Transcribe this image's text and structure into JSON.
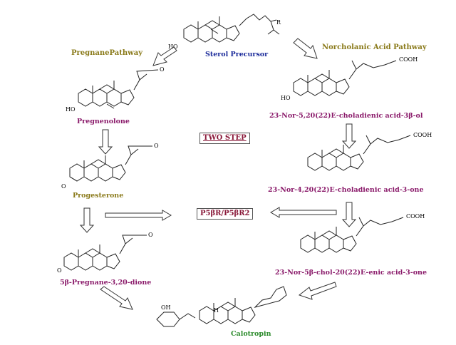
{
  "colors": {
    "pathway_title": "#8a7a1a",
    "precursor": "#1a2a9a",
    "pregnane_compound": "#8a1a6a",
    "progesterone": "#8a7a1a",
    "norcholanic_compound": "#8a1a6a",
    "calotropin": "#2a8a2a",
    "step_box": "#8a1a3a",
    "ink": "#111111"
  },
  "labels": {
    "sterol_precursor": "Sterol Precursor",
    "pregnane_pathway": "PregnanePathway",
    "norcholanic_pathway": "Norcholanic Acid Pathway",
    "pregnenolone": "Pregnenolone",
    "progesterone": "Progesterone",
    "pregnane_dione": "5β-Pregnane-3,20-dione",
    "nor_choladienic_3beta_ol": "23-Nor-5,20(22)E-choladienic acid-3β-ol",
    "nor_choladienic_3_one": "23-Nor-4,20(22)E-choladienic acid-3-one",
    "nor_chol_enic_3_one": "23-Nor-5β-chol-20(22)E-enic acid-3-one",
    "calotropin": "Calotropin",
    "two_step": "TWO STEP",
    "enzyme": "P5βR/P5βR2"
  },
  "structure_text": {
    "r_group": "R",
    "hydroxyl": "HO",
    "hydrogen": "H",
    "oxo": "O",
    "carboxyl": "COOH",
    "methyl_oh": "OH"
  }
}
